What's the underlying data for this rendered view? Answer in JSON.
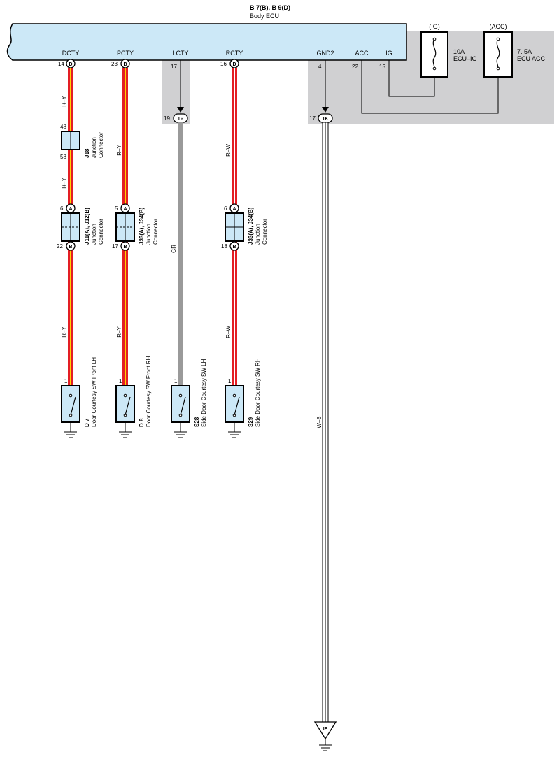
{
  "ecu": {
    "connectors": "B 7(B), B 9(D)",
    "name": "Body ECU",
    "pins": {
      "dcty": "DCTY",
      "pcty": "PCTY",
      "lcty": "LCTY",
      "rcty": "RCTY",
      "gnd2": "GND2",
      "acc": "ACC",
      "ig": "IG"
    }
  },
  "fuses": {
    "ig": {
      "header": "(IG)",
      "rating": "10A",
      "name": "ECU–IG"
    },
    "acc": {
      "header": "(ACC)",
      "rating": "7. 5A",
      "name": "ECU ACC"
    }
  },
  "circuits": {
    "dcty": {
      "pin_ecu": "14",
      "ecu_conn": "D",
      "wire1": "R–Y",
      "wire2": "R–Y",
      "wire3": "R–Y",
      "j18": {
        "id": "J18",
        "sub1": "Junction",
        "sub2": "Connector",
        "pin_top": "48",
        "pin_bot": "58"
      },
      "j11": {
        "id": "J11(A), J12(B)",
        "sub1": "Junction",
        "sub2": "Connector",
        "pin_top": "6",
        "top_conn": "A",
        "pin_bot": "22",
        "bot_conn": "B"
      },
      "switch": {
        "pin": "1",
        "id": "D 7",
        "name": "Door Courtesy SW Front LH"
      }
    },
    "pcty": {
      "pin_ecu": "23",
      "ecu_conn": "B",
      "wire1": "R–Y",
      "wire2": "R–Y",
      "j33": {
        "id": "J33(A), J34(B)",
        "sub1": "Junction",
        "sub2": "Connector",
        "pin_top": "5",
        "top_conn": "A",
        "pin_bot": "17",
        "bot_conn": "B"
      },
      "switch": {
        "pin": "1",
        "id": "D 8",
        "name": "Door Courtesy SW Front RH"
      }
    },
    "lcty": {
      "pin_ecu": "17",
      "pin_splice": "19",
      "splice": "1P",
      "wire": "GR",
      "switch": {
        "pin": "1",
        "id": "S28",
        "name": "Side Door Courtesy SW LH"
      }
    },
    "rcty": {
      "pin_ecu": "16",
      "ecu_conn": "D",
      "wire1": "R–W",
      "wire2": "R–W",
      "j33": {
        "id": "J33(A), J34(B)",
        "sub1": "Junction",
        "sub2": "Connector",
        "pin_top": "6",
        "top_conn": "A",
        "pin_bot": "18",
        "bot_conn": "B"
      },
      "switch": {
        "pin": "1",
        "id": "S29",
        "name": "Side Door Courtesy SW RH"
      }
    },
    "gnd": {
      "pin_gnd2": "4",
      "pin_acc": "22",
      "pin_ig": "15",
      "pin_splice": "17",
      "splice": "1K",
      "wire": "W–B",
      "ground": "IE"
    }
  },
  "colors": {
    "ecu_fill": "#cce8f7",
    "shade": "#d0d0d2",
    "red": "#e31e24",
    "yellow": "#ffd200",
    "gray_wire": "#9a9a9a",
    "conn_fill": "#cce8f7"
  }
}
